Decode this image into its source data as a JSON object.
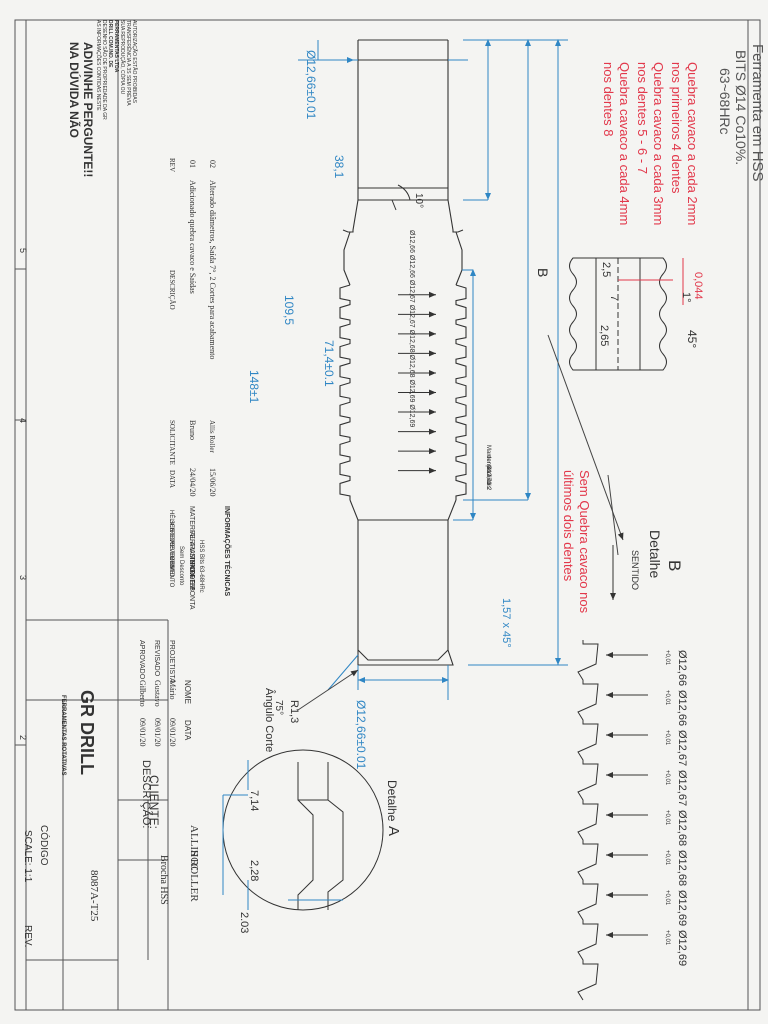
{
  "spec": {
    "lines": [
      "Ferramenta em HSS",
      "BITS Ø14 Co10%.",
      "63~68HRc"
    ]
  },
  "notes": {
    "breakers": [
      "Quebra cavaco a cada 2mm",
      "nos primeiros 4 dentes",
      "Quebra cavaco a cada 3mm",
      "nos dentes 5 - 6 - 7",
      "Quebra cavaco a cada 4mm",
      "nos dentes 8"
    ],
    "no_breaker": [
      "Sem Quebra cavaco nos",
      "últimos dois dentes"
    ]
  },
  "dims": {
    "dia_top": "Ø12,66±0.01",
    "dia_bottom": "Ø12,66±0.01",
    "len_38": "38,1",
    "len_109": "109,5",
    "len_71": "71,4±0.1",
    "len_148": "148±1",
    "chamfer": "1,57 x 45°",
    "angle_10": "10°",
    "tooth_diams": "Ø12,66 Ø12,66 Ø12,67 Ø12,67 Ø12,68 Ø12,68 Ø12,69 Ø12,69",
    "last_teeth_note": [
      "Manter para os 2",
      "dentes finais",
      "Ø12,70"
    ]
  },
  "detail_b": {
    "title": "Detalhe",
    "letter": "B",
    "section_label": "B",
    "d_0044": "0,044",
    "d_1deg": "1°",
    "d_45deg": "45°",
    "d_25": "2,5",
    "d_7": "7",
    "d_265": "2,65",
    "sentido": "SENTIDO"
  },
  "tooth_labels": {
    "diams": [
      "Ø12,66",
      "Ø12,66",
      "Ø12,67",
      "Ø12,67",
      "Ø12,68",
      "Ø12,68",
      "Ø12,69",
      "Ø12,69"
    ],
    "tol": "+0,01"
  },
  "detail_a": {
    "title": "Detalhe",
    "letter": "A",
    "r13": "R1,3",
    "angle75": "75°",
    "angulo_corte": "Ângulo Corte",
    "d714": "7,14",
    "d228": "2,28",
    "d203": "2.03"
  },
  "left_panel": {
    "warning": [
      "NA DÚVIDA NÃO",
      "ADIVINHE PERGUNTE!!"
    ],
    "fine_print": [
      "AS INFORMAÇÕES CONTIDAS NESTE",
      "DESENHO SÃO DE PROPRIEDADE DA GR",
      "DRILL COM.IND. DE",
      "FERRAMENTAS LTDA",
      "SUA REPRODUÇÃO, CÓPIA OU",
      "TRANSFERÊNCIA A 3S SEM PRÉVIA",
      "AUTORIZAÇÃO ESTÃO PROIBIDAS"
    ]
  },
  "revisions": {
    "headers": [
      "REV",
      "DESCRIÇÃO",
      "SOLICITANTE",
      "DATA"
    ],
    "rows": [
      {
        "rev": "01",
        "desc": "Adicionado quebra cavaco e Saídas",
        "sol": "Bruno",
        "date": "24/04/20"
      },
      {
        "rev": "02",
        "desc": "Alterado diâmetros, Saída 7°, 2 Cortes para acabamento",
        "sol": "Allis Roller",
        "date": "15/06/20"
      }
    ]
  },
  "info": {
    "header": "INFORMAÇÕES TÉCNICAS",
    "lines": [
      "MATERIAL A USINAR",
      "FERRAMENTA EM",
      "HSS Bits 63-68HRc",
      "TIPO DE PONTA",
      "CORTES",
      "HÉLICE",
      "SENTIDO",
      "REVESTIMENTO",
      "REVESTIMENTO",
      "Sem Desconto",
      "OBS"
    ]
  },
  "names": {
    "headers": [
      "",
      "NOME",
      "DATA"
    ],
    "rows": [
      [
        "PROJETISTA",
        "Mário",
        "09/01/20"
      ],
      [
        "REVISADO",
        "Gustavo",
        "09/01/20"
      ],
      [
        "APROVADO",
        "Gilberto",
        "09/01/20"
      ]
    ]
  },
  "title_block": {
    "cliente_label": "CLIENTE:",
    "cliente": "ALLIS ROLLER",
    "cliente2": "HCC",
    "descricao_label": "DESCRIÇÃO:",
    "descricao": "Brocha HSS",
    "codigo_label": "CÓDIGO",
    "codigo": "8087A-T25",
    "scale": "SCALE: 1:1",
    "rev": "REV."
  },
  "logo": {
    "brand": "GR DRILL",
    "tagline": "FERRAMENTAS ROTATIVAS"
  },
  "zones": [
    "5",
    "4",
    "3",
    "2"
  ],
  "colors": {
    "red": "#e2384b",
    "blue": "#2f86c4",
    "ink": "#333333"
  }
}
